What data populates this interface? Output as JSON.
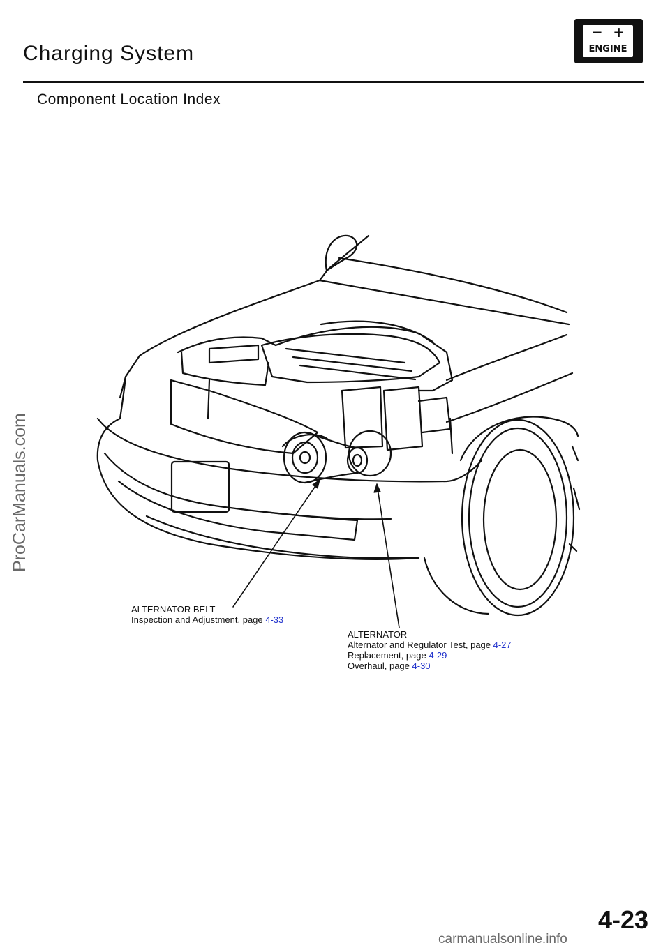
{
  "header": {
    "title": "Charging System",
    "subtitle": "Component Location Index",
    "badge": {
      "minus": "−",
      "plus": "+",
      "label": "ENGINE"
    }
  },
  "callouts": {
    "alternator_belt": {
      "title": "ALTERNATOR BELT",
      "items": [
        {
          "text": "Inspection and Adjustment, page ",
          "page": "4-33"
        }
      ]
    },
    "alternator": {
      "title": "ALTERNATOR",
      "items": [
        {
          "text": "Alternator and Regulator Test, page ",
          "page": "4-27"
        },
        {
          "text": "Replacement, page ",
          "page": "4-29"
        },
        {
          "text": "Overhaul, page ",
          "page": "4-30"
        }
      ]
    }
  },
  "footer": {
    "page_number": "4-23",
    "watermark_side": "ProCarManuals.com",
    "watermark_bottom": "carmanualsonline.info"
  },
  "colors": {
    "ink": "#111111",
    "link": "#2233cc"
  }
}
